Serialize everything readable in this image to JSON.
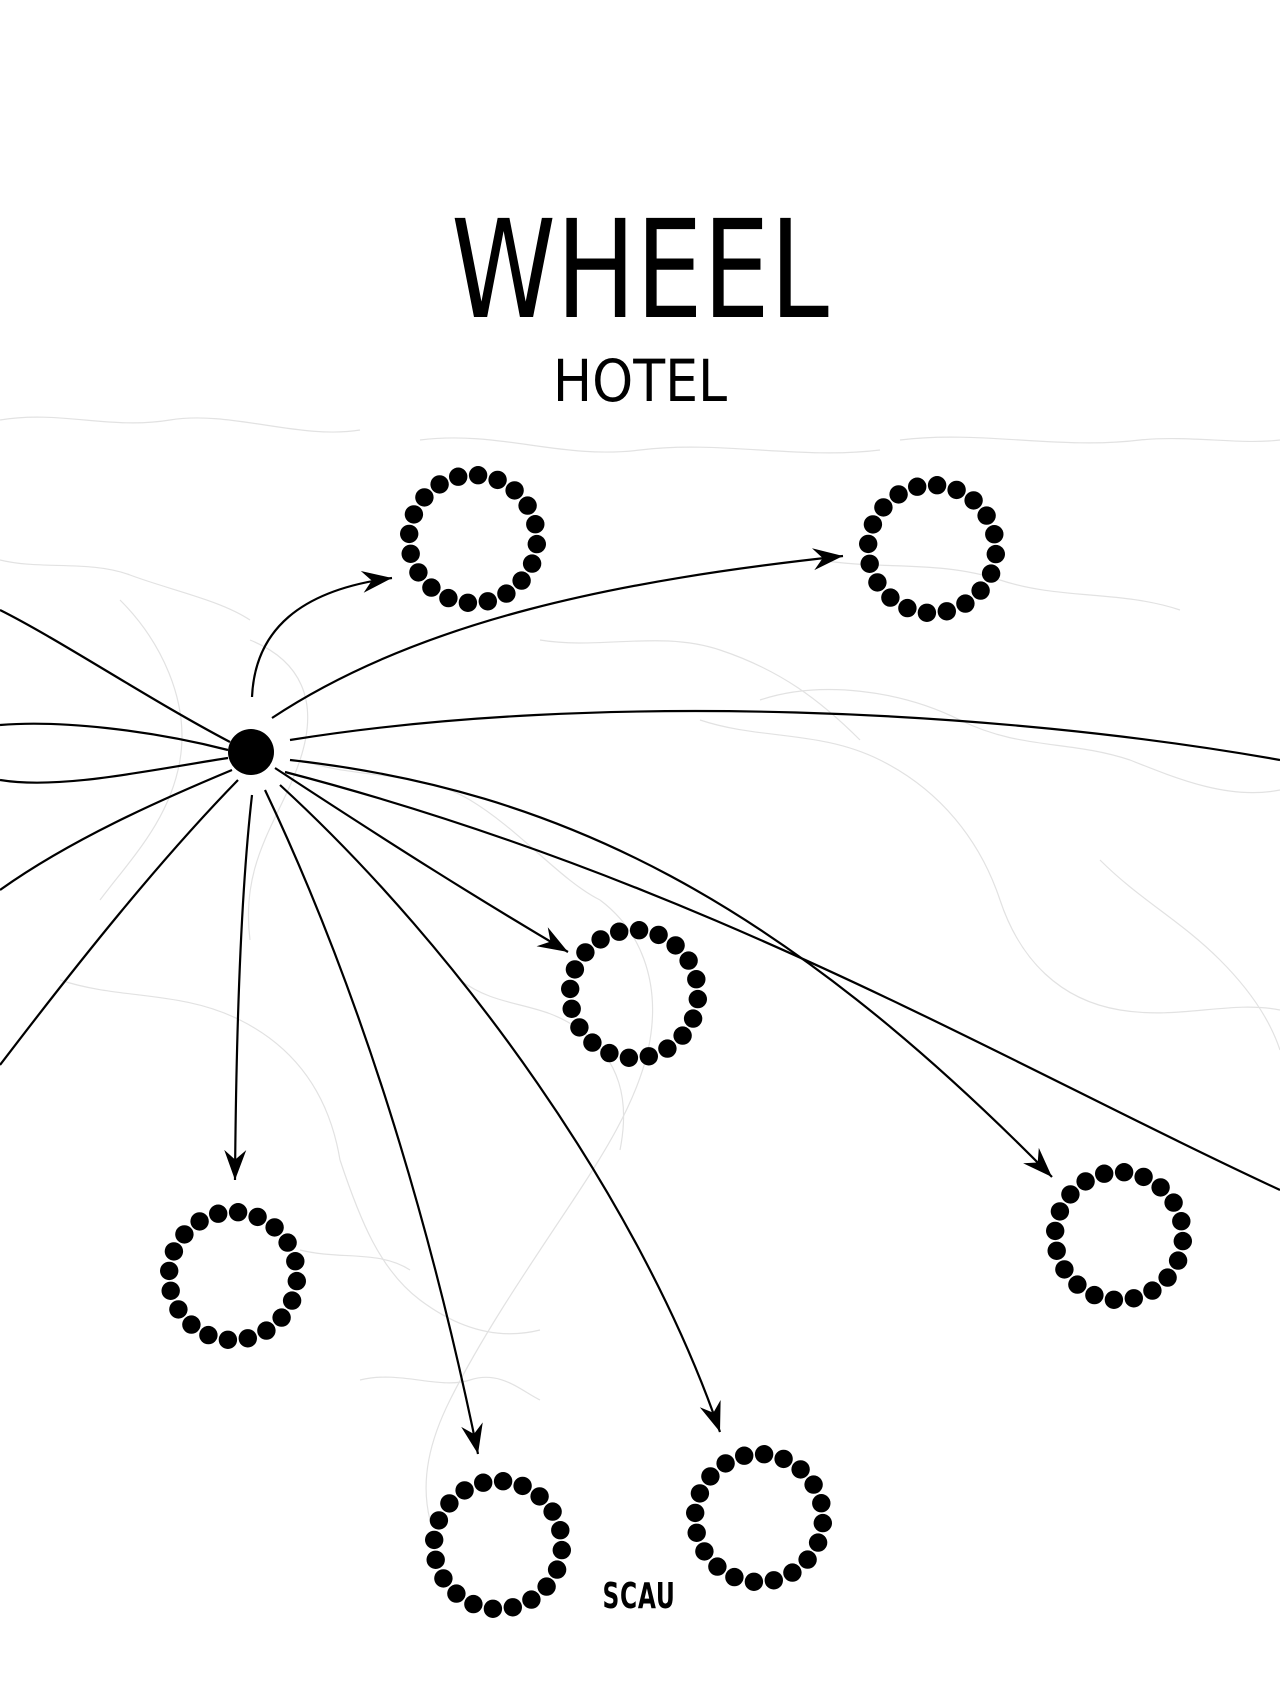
{
  "title": "WHEEL",
  "subtitle": "HOTEL",
  "credit": "SCAU",
  "colors": {
    "ink": "#000000",
    "background": "#ffffff",
    "map_lines": "#e2e2e2"
  },
  "icons": {
    "hub": "filled-circle-icon",
    "destination": "bead-ring-icon"
  }
}
